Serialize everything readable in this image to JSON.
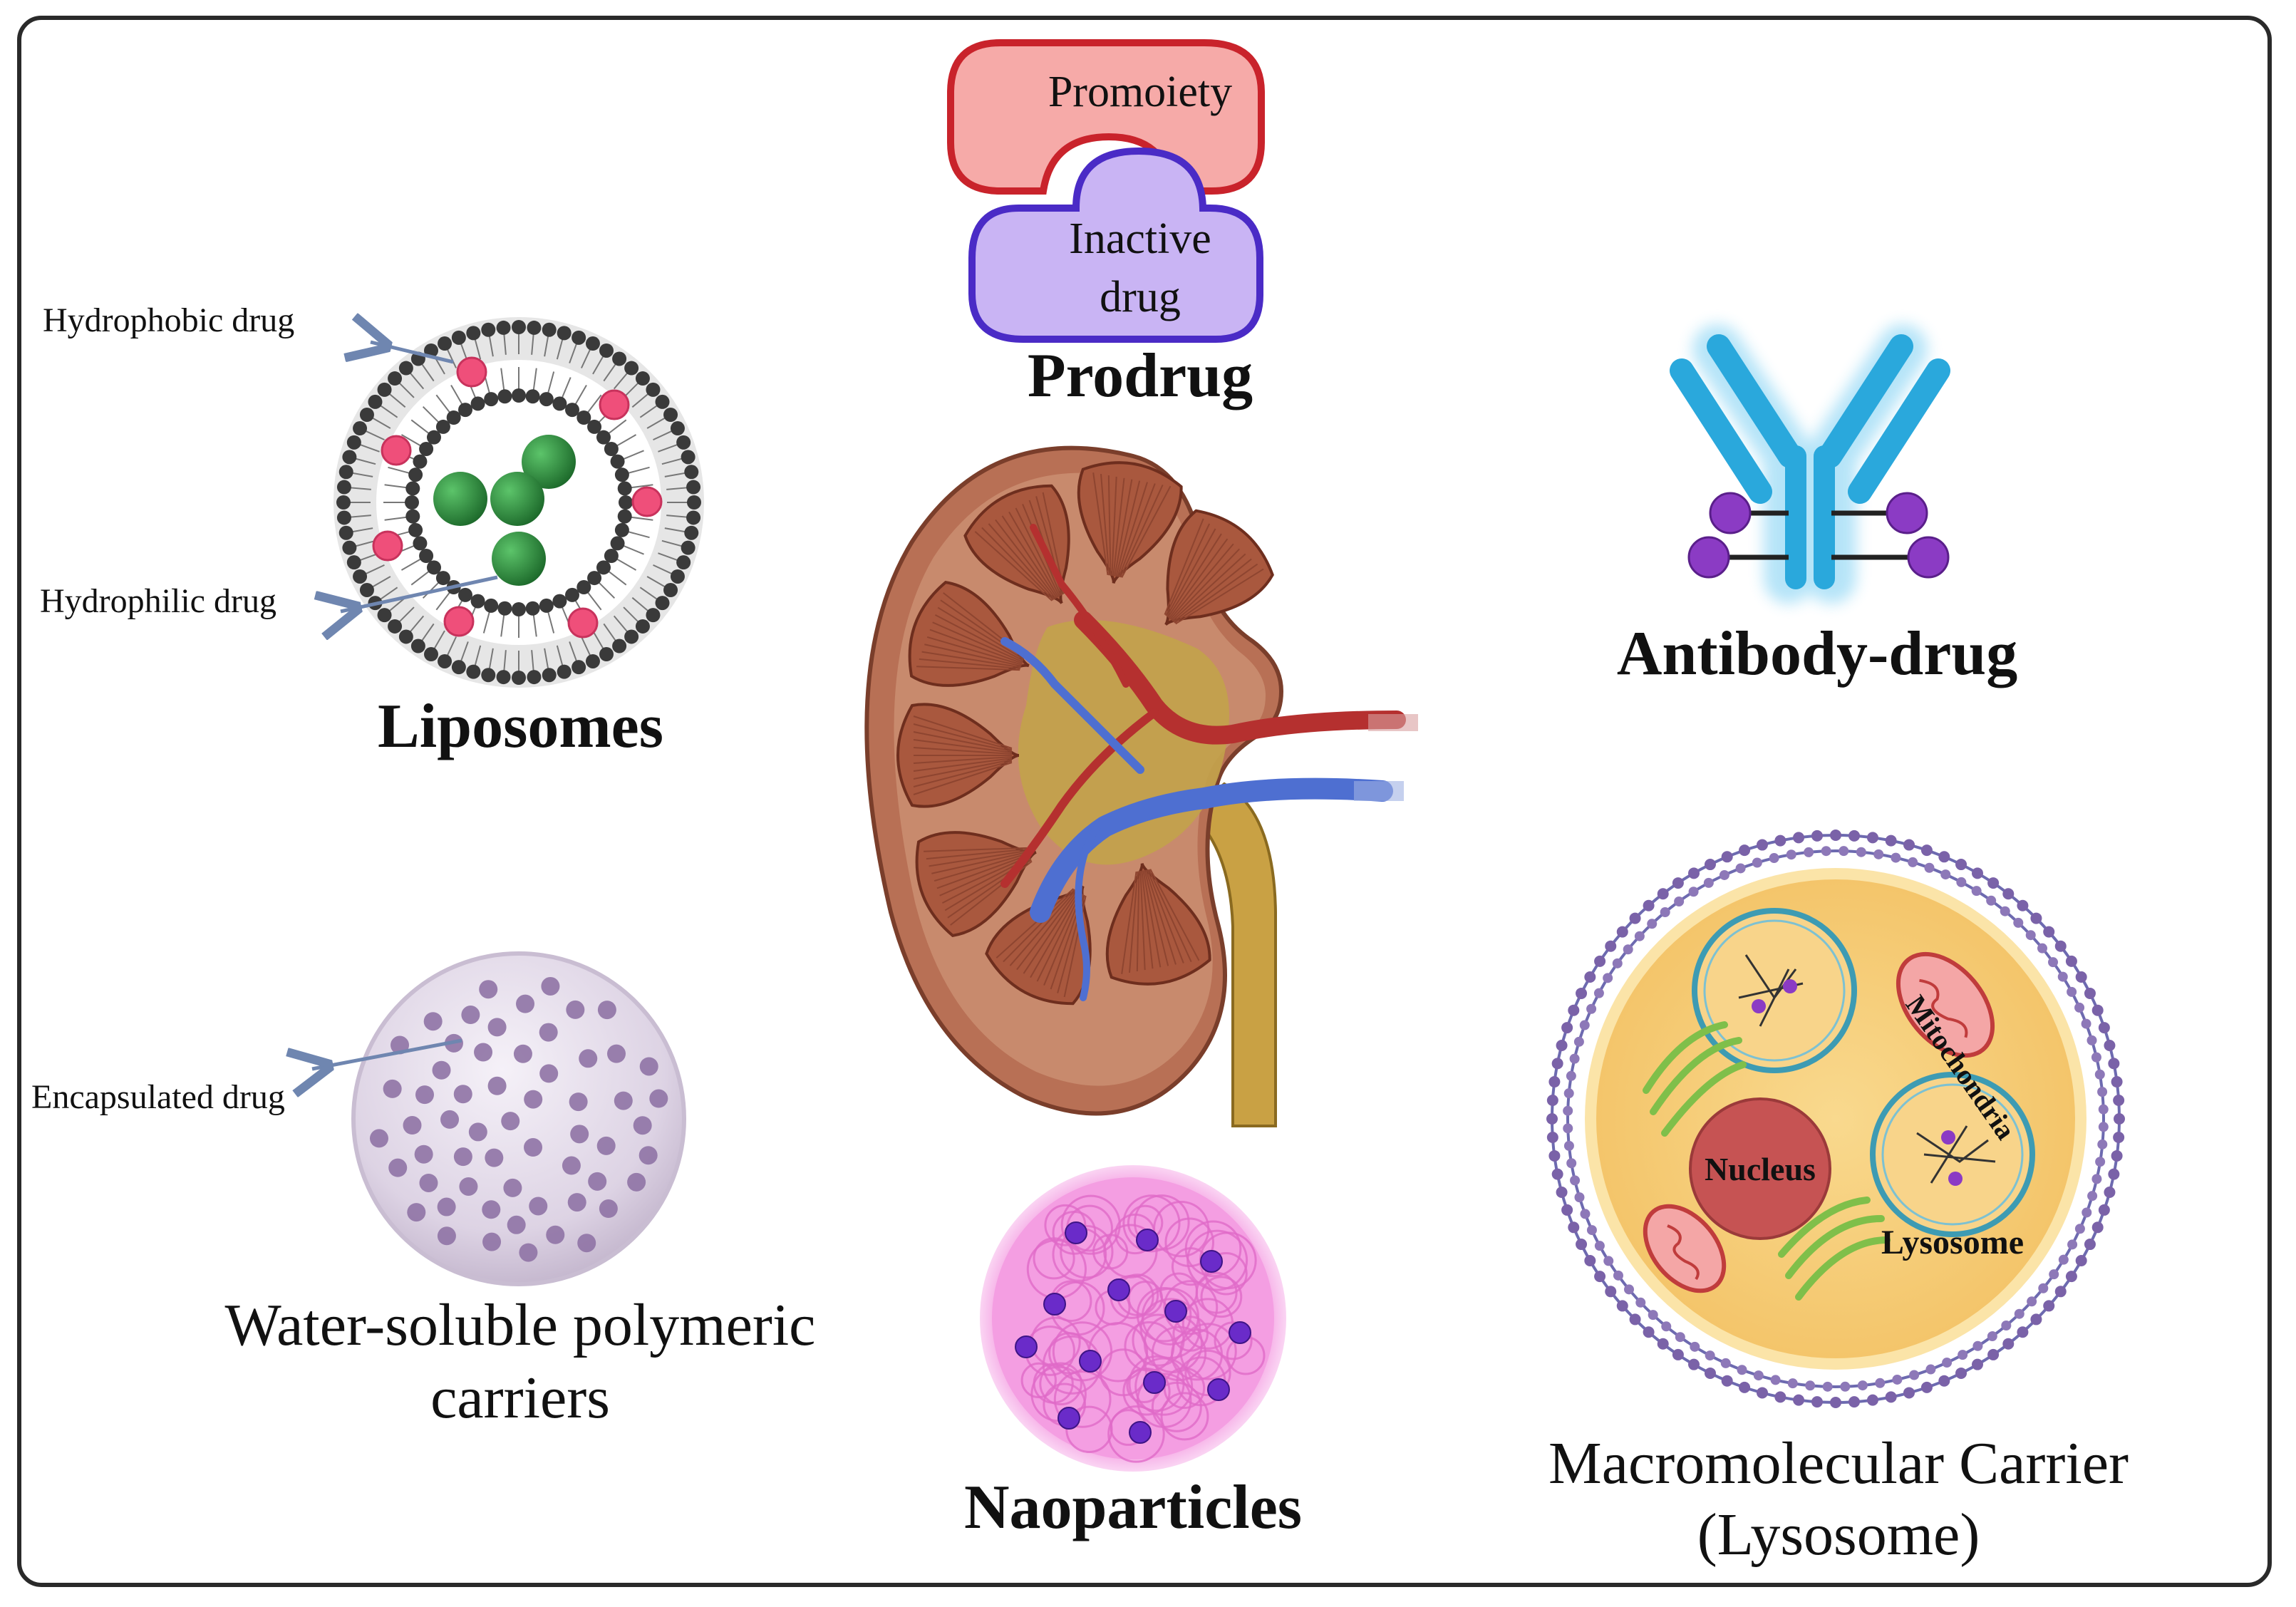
{
  "liposomes": {
    "title": "Liposomes",
    "hydrophobic_label": "Hydrophobic drug",
    "hydrophilic_label": "Hydrophilic drug",
    "colors": {
      "membrane": "#3a3a3a",
      "hydrophobic": "#ef4f7a",
      "hydrophilic": "#2e8b3c"
    }
  },
  "polymer": {
    "title_line1": "Water-soluble polymeric",
    "title_line2": "carriers",
    "encapsulated_label": "Encapsulated drug",
    "colors": {
      "sphere": "#d9d0df",
      "dots": "#8f73a5"
    }
  },
  "prodrug": {
    "title": "Prodrug",
    "promoiety_label": "Promoiety",
    "inactive_line1": "Inactive",
    "inactive_line2": "drug",
    "colors": {
      "promoiety": "#f4a3a3",
      "inactive": "#c7b3f3"
    }
  },
  "kidney": {
    "icon": "kidney-icon"
  },
  "nanoparticles": {
    "title": "Naoparticles",
    "colors": {
      "particle": "#f59be0",
      "dots": "#6a2bc9"
    }
  },
  "antibody": {
    "title": "Antibody-drug",
    "colors": {
      "antibody": "#2aa8dc",
      "payload": "#8b3bc4"
    }
  },
  "macromolecular": {
    "title_line1": "Macromolecular Carrier",
    "title_line2": "(Lysosome)",
    "nucleus_label": "Nucleus",
    "mitochondria_label": "Mitochondria",
    "lysosome_label": "Lysosome",
    "colors": {
      "cytoplasm": "#f6cf7c",
      "nucleus": "#c65353",
      "membrane": "#7a62a8"
    }
  }
}
